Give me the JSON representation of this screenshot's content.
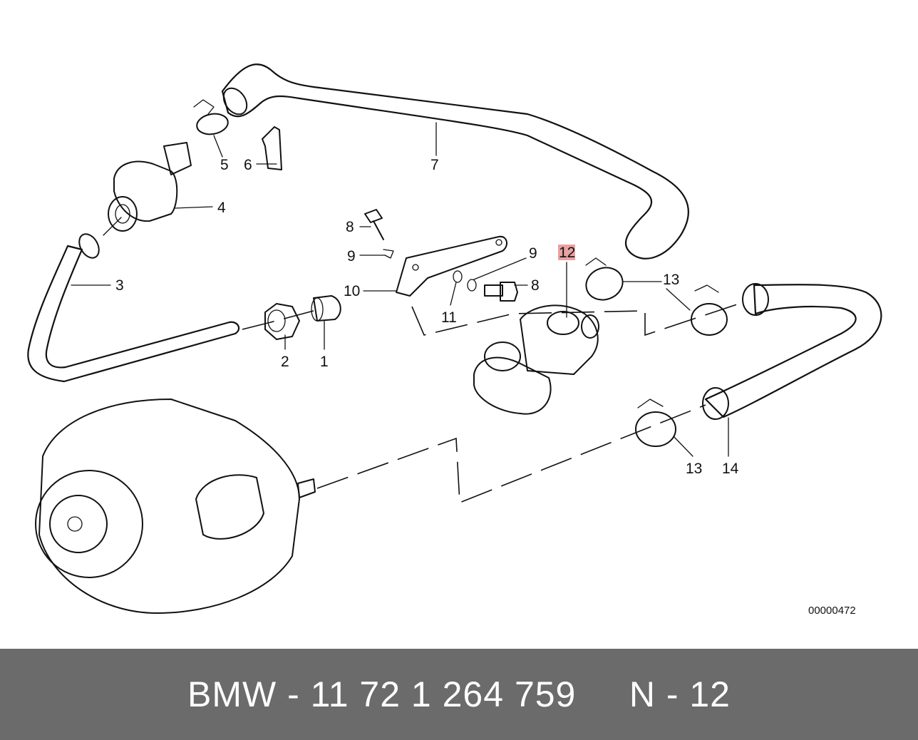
{
  "diagram": {
    "labels": {
      "l1": "1",
      "l2": "2",
      "l3": "3",
      "l4": "4",
      "l5": "5",
      "l6": "6",
      "l7": "7",
      "l8a": "8",
      "l8b": "8",
      "l9a": "9",
      "l9b": "9",
      "l10": "10",
      "l11": "11",
      "l12": "12",
      "l13a": "13",
      "l13b": "13",
      "l14": "14"
    },
    "highlighted_label": "12",
    "highlight_color": "#e8a2a2",
    "reference_number": "00000472"
  },
  "footer": {
    "text": "BMW - 11 72 1 264 759     N - 12",
    "background": "#6b6b6b",
    "text_color": "#ffffff"
  }
}
